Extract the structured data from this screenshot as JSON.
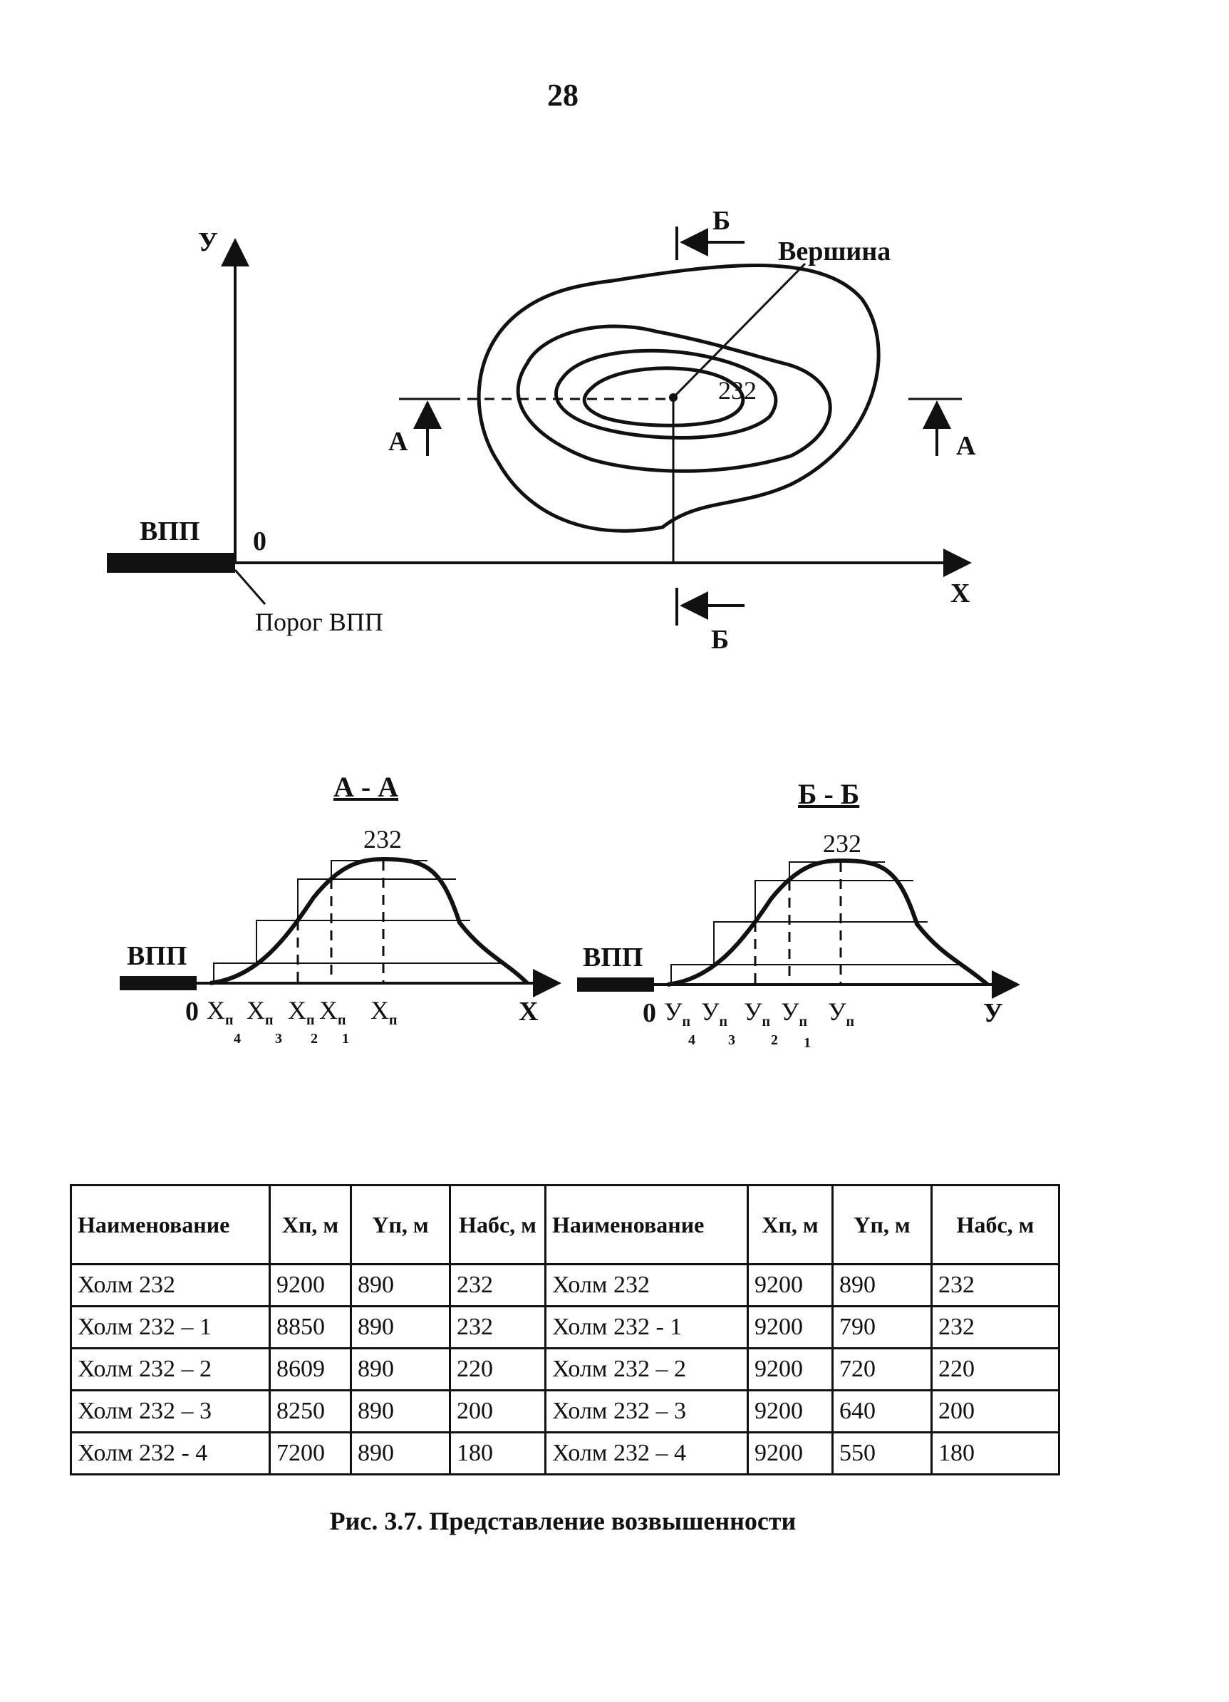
{
  "page_number": "28",
  "plan": {
    "axis_y": "У",
    "axis_x": "X",
    "origin": "0",
    "runway": "ВПП",
    "threshold": "Порог ВПП",
    "summit_label": "Вершина",
    "summit_height": "232",
    "section_a": "А",
    "section_b": "Б"
  },
  "profile_aa": {
    "title": "А - А",
    "peak": "232",
    "runway": "ВПП",
    "origin": "0",
    "axis": "X",
    "tick_main": [
      "X",
      "X",
      "X",
      "X",
      "X"
    ],
    "tick_sub": [
      "п",
      "п",
      "п",
      "п",
      "п"
    ],
    "tick_index": [
      "4",
      "3",
      "2",
      "1"
    ]
  },
  "profile_bb": {
    "title": "Б - Б",
    "peak": "232",
    "runway": "ВПП",
    "origin": "0",
    "axis": "У",
    "tick_main": [
      "У",
      "У",
      "У",
      "У",
      "У"
    ],
    "tick_sub": [
      "п",
      "п",
      "п",
      "п",
      "п"
    ],
    "tick_index": [
      "4",
      "3",
      "2",
      "1"
    ]
  },
  "table": {
    "headers": [
      "Наименование",
      "Xп, м",
      "Yп, м",
      "Набс, м",
      "Наименование",
      "Xп, м",
      "Yп, м",
      "Набс, м"
    ],
    "rows": [
      [
        "Холм 232",
        "9200",
        "890",
        "232",
        "Холм 232",
        "9200",
        "890",
        "232"
      ],
      [
        "Холм 232 – 1",
        "8850",
        "890",
        "232",
        "Холм 232 - 1",
        "9200",
        "790",
        "232"
      ],
      [
        "Холм 232 – 2",
        "8609",
        "890",
        "220",
        "Холм 232 – 2",
        "9200",
        "720",
        "220"
      ],
      [
        "Холм 232 – 3",
        "8250",
        "890",
        "200",
        "Холм 232 – 3",
        "9200",
        "640",
        "200"
      ],
      [
        "Холм 232 - 4",
        "7200",
        "890",
        "180",
        "Холм 232 – 4",
        "9200",
        "550",
        "180"
      ]
    ]
  },
  "caption": "Рис. 3.7.   Представление возвышенности"
}
